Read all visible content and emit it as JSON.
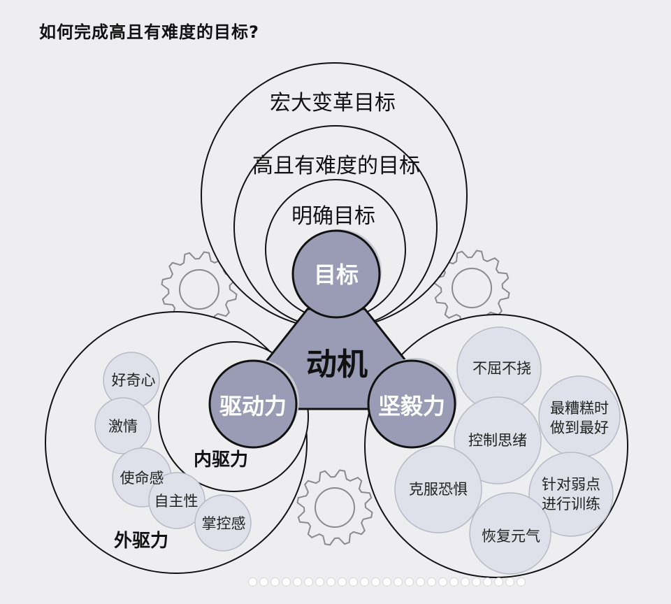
{
  "title": "如何完成高且有难度的目标?",
  "colors": {
    "background": "#eeeef0",
    "fill_dark": "#9a9cb5",
    "fill_light": "#dfe0e9",
    "stroke": "#111111",
    "gear": "#8a8a8a"
  },
  "icons": [
    "gear-icon",
    "gear-icon",
    "gear-icon"
  ],
  "center": {
    "label": "动机"
  },
  "nodes": {
    "goal": "目标",
    "drive": "驱动力",
    "grit": "坚毅力"
  },
  "goal_levels": [
    "宏大变革目标",
    "高且有难度的目标",
    "明确目标"
  ],
  "drive": {
    "inner_label": "内驱力",
    "outer_label": "外驱力",
    "outer_items": [
      "好奇心",
      "激情",
      "使命感",
      "自主性",
      "掌控感"
    ]
  },
  "grit": {
    "items": [
      [
        "不屈不挠"
      ],
      [
        "最糟糕时",
        "做到最好"
      ],
      [
        "控制思绪"
      ],
      [
        "克服恐惧"
      ],
      [
        "针对弱点",
        "进行训练"
      ],
      [
        "恢复元气"
      ]
    ]
  }
}
